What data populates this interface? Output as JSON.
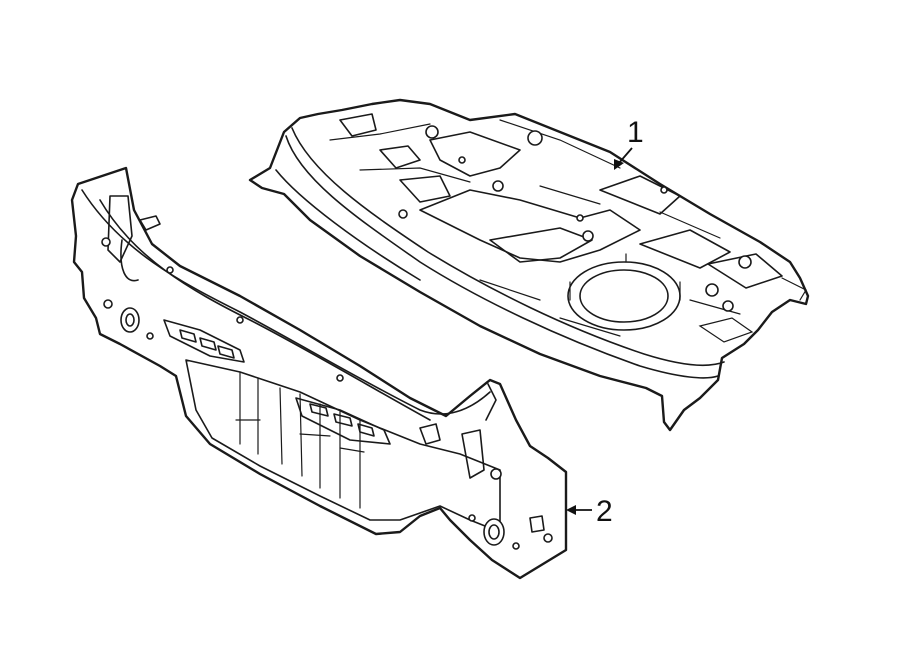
{
  "callouts": [
    {
      "id": "callout-1",
      "label": "1"
    },
    {
      "id": "callout-2",
      "label": "2"
    }
  ],
  "colors": {
    "line": "#1a1a1a",
    "background": "#ffffff"
  }
}
